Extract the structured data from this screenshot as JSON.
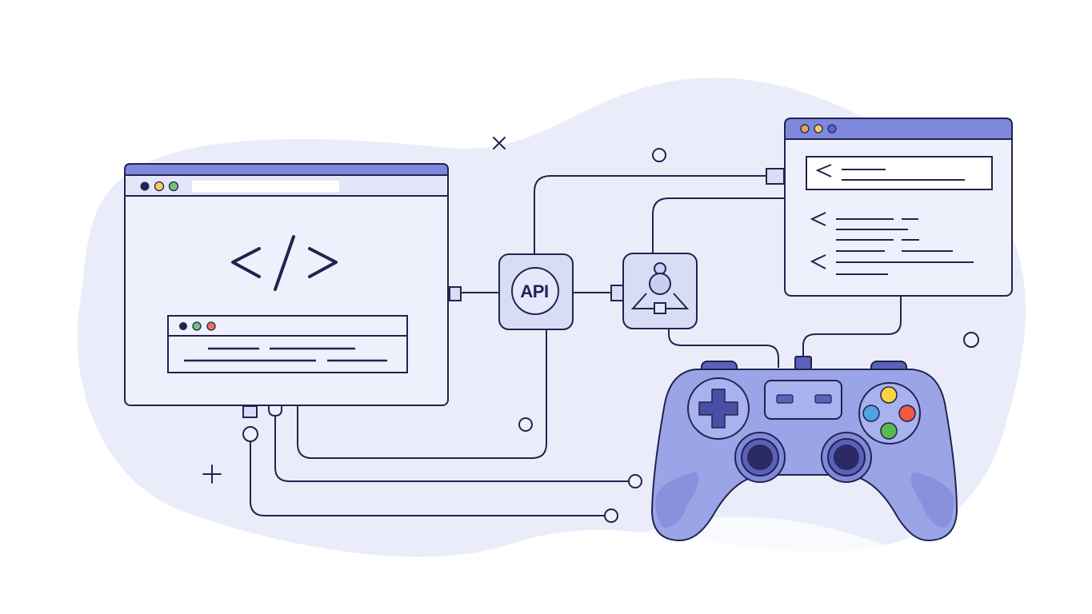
{
  "illustration": {
    "title": "Developer web tools connected via API to a game controller",
    "colors": {
      "background": "#ffffff",
      "blob": "#eaedf9",
      "window_fill": "#eef0fb",
      "titlebar": "#7e89dd",
      "stroke": "#23224f",
      "node_fill": "#d8ddf6",
      "controller_body": "#9aa5e8",
      "controller_dark": "#5a61b9",
      "dot_navy": "#23225a",
      "dot_yellow": "#f2cd5c",
      "dot_green": "#6fc27a",
      "dot_red": "#e8735c",
      "dot_orange": "#eea24a",
      "dot_blue": "#5b63c8",
      "btn_yellow": "#f6d443",
      "btn_red": "#ef5a40",
      "btn_blue": "#4ea3e3",
      "btn_green": "#59b94e"
    },
    "left_window": {
      "code_symbol": "</>",
      "traffic_lights": [
        "navy",
        "yellow",
        "green"
      ],
      "inner_panel_lights": [
        "navy",
        "green",
        "red"
      ]
    },
    "api_node": {
      "label": "API"
    },
    "user_node": {
      "icon": "user-hierarchy-icon"
    },
    "right_window": {
      "traffic_lights": [
        "orange",
        "yellow",
        "blue"
      ],
      "rows": [
        "<",
        "<",
        "<"
      ]
    },
    "decorations": [
      "x-mark",
      "plus-mark",
      "circles"
    ],
    "controller": {
      "dpad": "dpad-icon",
      "buttons": [
        "yellow",
        "blue",
        "red",
        "green"
      ],
      "sticks": 2
    }
  }
}
